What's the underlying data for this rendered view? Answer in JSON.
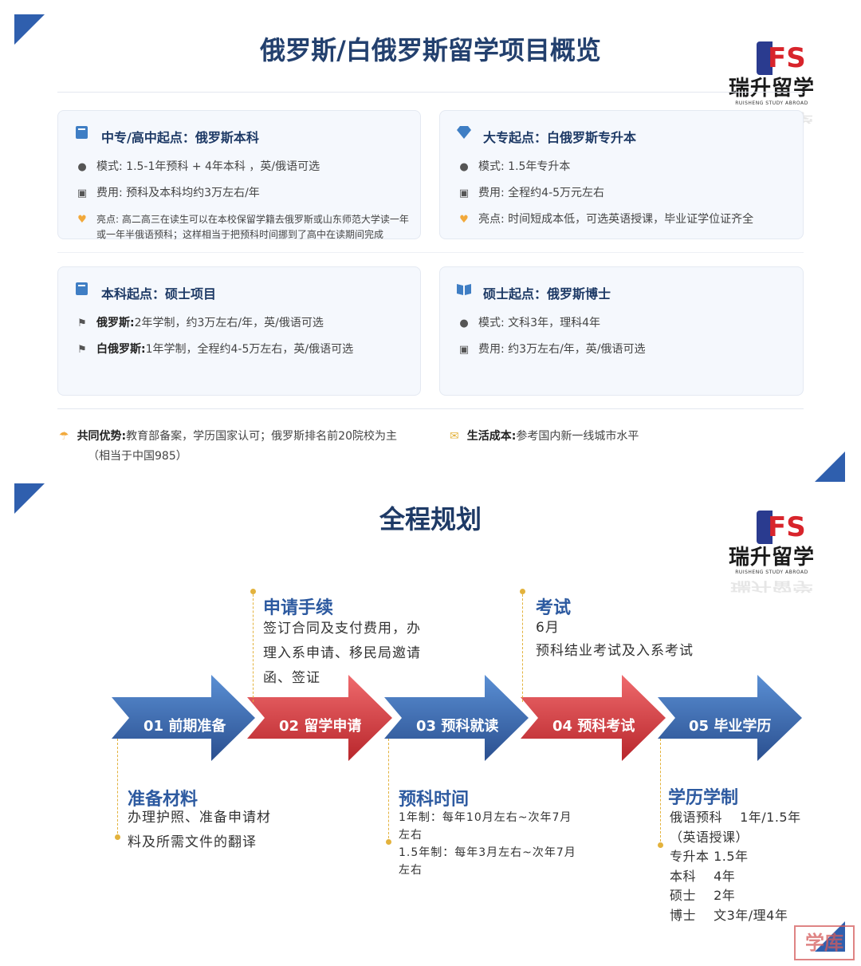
{
  "logo": {
    "mark_letters": "FS",
    "cn": "瑞升留学",
    "en": "RUISHENG STUDY ABROAD"
  },
  "overview": {
    "title": "俄罗斯/白俄罗斯留学项目概览",
    "cards": [
      {
        "title": "中专/高中起点：俄罗斯本科",
        "rows": [
          {
            "icon": "clock-icon",
            "text": "模式: 1.5-1年预科 + 4年本科 ，英/俄语可选"
          },
          {
            "icon": "money-icon",
            "text": "费用: 预科及本科均约3万左右/年"
          },
          {
            "icon": "heart-icon",
            "text": "亮点: 高二高三在读生可以在本校保留学籍去俄罗斯或山东师范大学读一年",
            "text2": "或一年半俄语预科；这样相当于把预科时间挪到了高中在读期间完成"
          }
        ]
      },
      {
        "title": "大专起点：白俄罗斯专升本",
        "rows": [
          {
            "icon": "clock-icon",
            "text": "模式: 1.5年专升本"
          },
          {
            "icon": "money-icon",
            "text": "费用: 全程约4-5万元左右"
          },
          {
            "icon": "heart-icon",
            "text": "亮点: 时间短成本低，可选英语授课，毕业证学位证齐全"
          }
        ]
      },
      {
        "title": "本科起点：硕士项目",
        "rows": [
          {
            "icon": "flag-icon",
            "label": "俄罗斯:",
            "text": "2年学制，约3万左右/年，英/俄语可选"
          },
          {
            "icon": "flag-icon",
            "label": "白俄罗斯:",
            "text": "1年学制，全程约4-5万左右，英/俄语可选"
          }
        ]
      },
      {
        "title": "硕士起点：俄罗斯博士",
        "rows": [
          {
            "icon": "clock-icon",
            "text": "模式: 文科3年，理科4年"
          },
          {
            "icon": "money-icon",
            "text": "费用: 约3万左右/年，英/俄语可选"
          }
        ]
      }
    ],
    "common": {
      "label": "共同优势:",
      "text": "教育部备案，学历国家认可；俄罗斯排名前20院校为主",
      "text2": "（相当于中国985）"
    },
    "living": {
      "label": "生活成本:",
      "text": "参考国内新一线城市水平"
    }
  },
  "plan": {
    "title": "全程规划",
    "steps": [
      "01 前期准备",
      "02 留学申请",
      "03 预科就读",
      "04 预科考试",
      "05 毕业学历"
    ],
    "colors": {
      "blue": "#3a6cb4",
      "red": "#d63a3f",
      "dark_blue": "#2a4f8f"
    },
    "details": {
      "apply": {
        "title": "申请手续",
        "lines": [
          "签订合同及支付费用，办",
          "理入系申请、移民局邀请",
          "函、签证"
        ]
      },
      "exam": {
        "title": "考试",
        "lines": [
          "6月",
          "预科结业考试及入系考试"
        ]
      },
      "prepare": {
        "title": "准备材料",
        "lines": [
          "办理护照、准备申请材",
          "料及所需文件的翻译"
        ]
      },
      "prep_time": {
        "title": "预科时间",
        "lines": [
          "1年制：每年10月左右~次年7月",
          "左右",
          "1.5年制：每年3月左右~次年7月",
          "左右"
        ]
      },
      "degree": {
        "title": "学历学制",
        "lines": [
          "俄语预科　 1年/1.5年",
          "（英语授课）",
          "专升本 1.5年",
          "本科　 4年",
          "硕士　 2年",
          "博士　 文3年/理4年"
        ]
      }
    }
  },
  "stamp": "学库"
}
